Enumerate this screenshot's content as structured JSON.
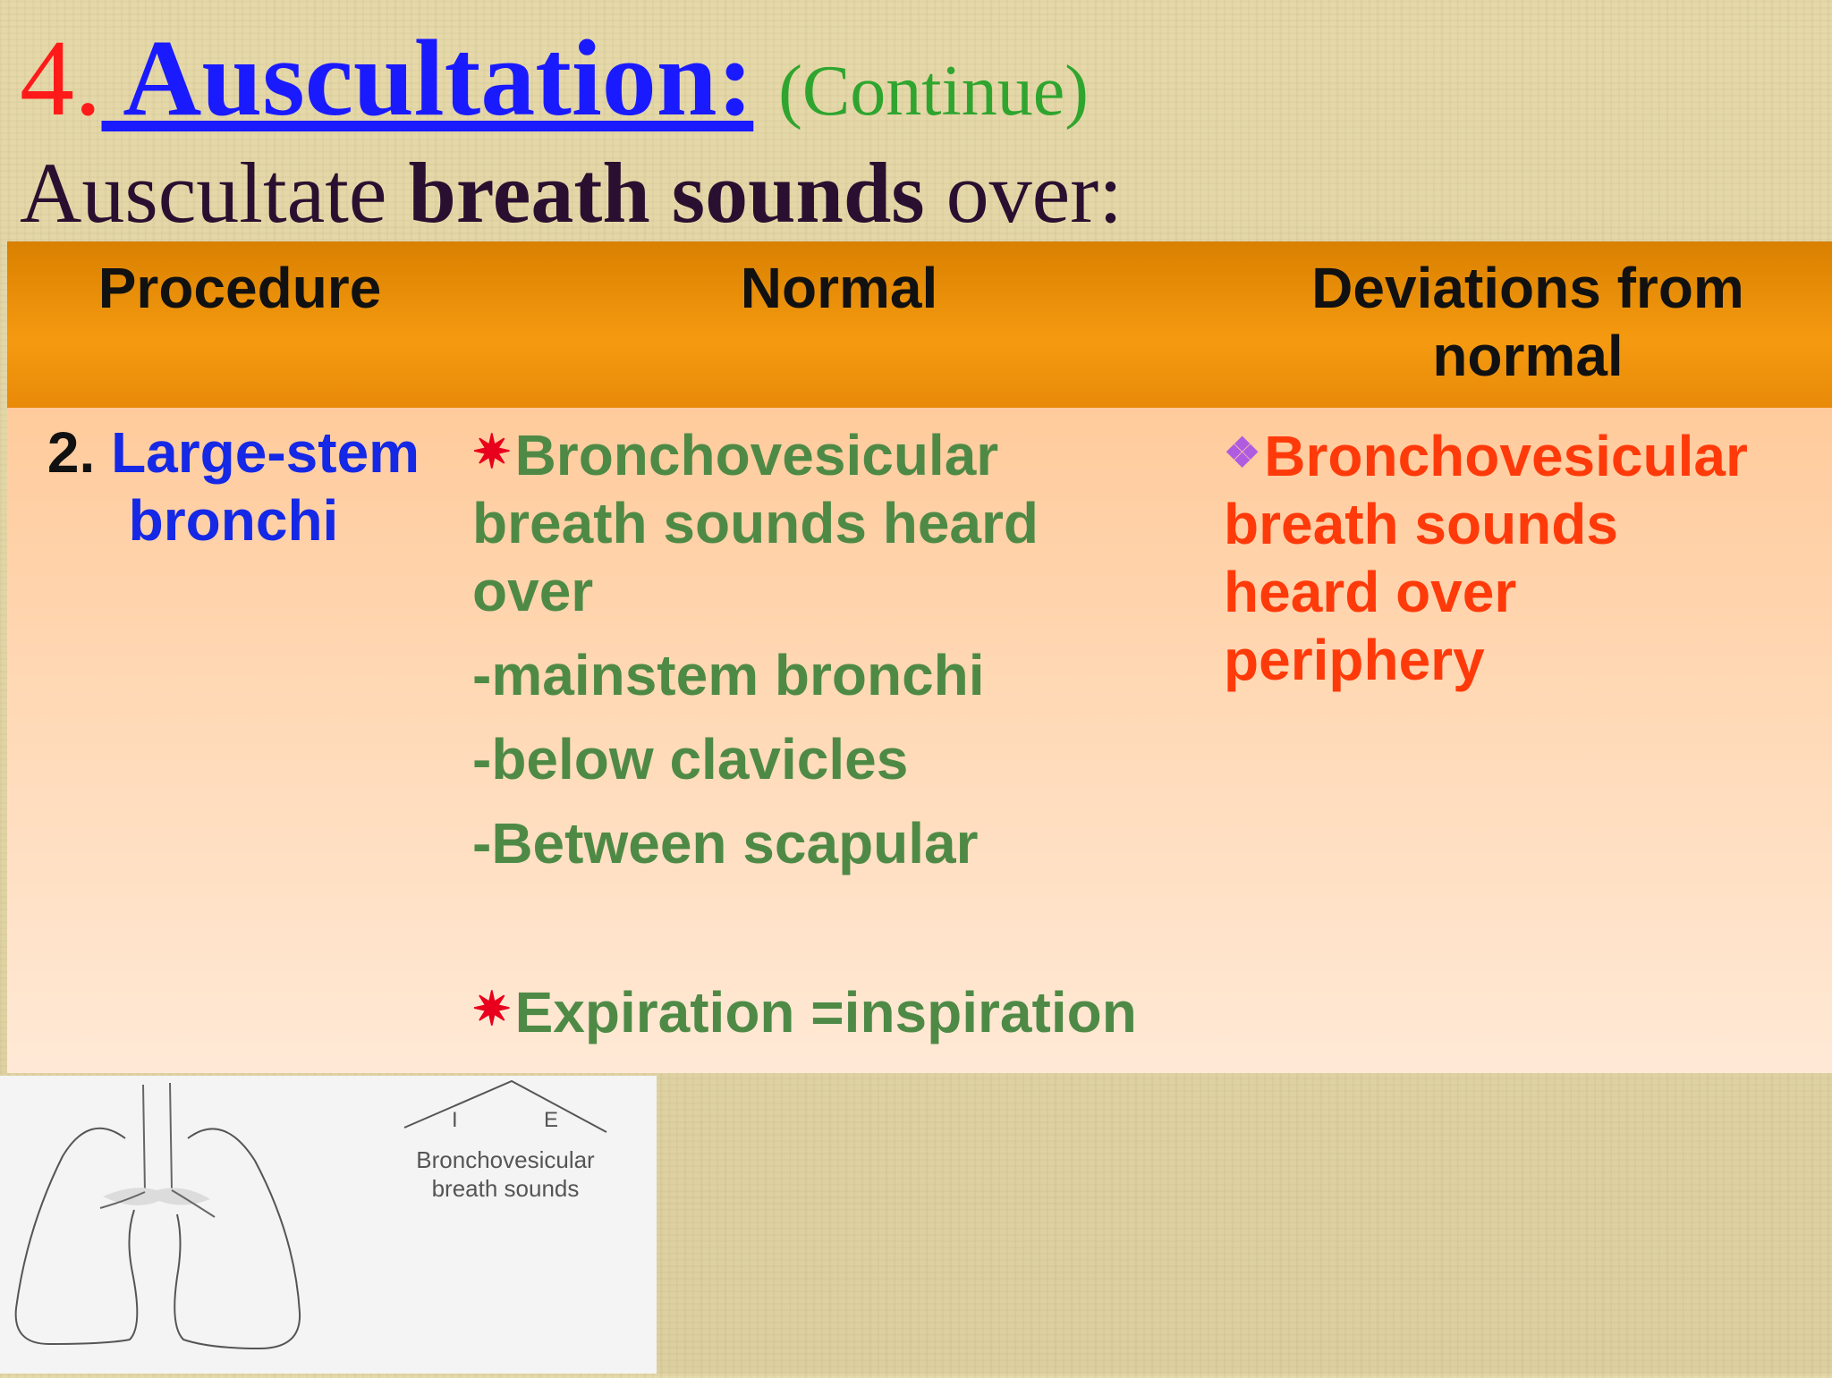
{
  "title": {
    "number": "4.",
    "main": " Auscultation:",
    "continue": "(Continue)"
  },
  "subtitle": {
    "part1": "Auscultate ",
    "bold": "breath sounds",
    "part2": " over:"
  },
  "table": {
    "headers": {
      "procedure": "Procedure",
      "normal": "Normal",
      "deviations_line1": "Deviations from",
      "deviations_line2": "normal"
    },
    "row": {
      "procedure_number": "2.",
      "procedure_line1": "Large-stem",
      "procedure_line2": "bronchi",
      "normal_line1": "Bronchovesicular",
      "normal_line2": "breath sounds heard",
      "normal_line3": "over",
      "normal_item1": "-mainstem bronchi",
      "normal_item2": "-below clavicles",
      "normal_item3": "-Between scapular",
      "normal_ratio": "Expiration =inspiration",
      "deviation_line1": "Bronchovesicular",
      "deviation_line2": "breath sounds",
      "deviation_line3": "heard over",
      "deviation_line4": "periphery"
    }
  },
  "figure": {
    "label_i": "I",
    "label_e": "E",
    "caption_line1": "Bronchovesicular",
    "caption_line2": "breath sounds"
  },
  "colors": {
    "header_orange": "#f59a10",
    "body_peach": "#ffd9b6",
    "title_blue": "#1a1aff",
    "number_red": "#ff1a1a",
    "normal_green": "#4e8a46",
    "deviation_red": "#ff3a0a"
  },
  "icons": {
    "normal_bullet": "red-star-icon",
    "deviation_bullet": "purple-diamond-icon"
  }
}
